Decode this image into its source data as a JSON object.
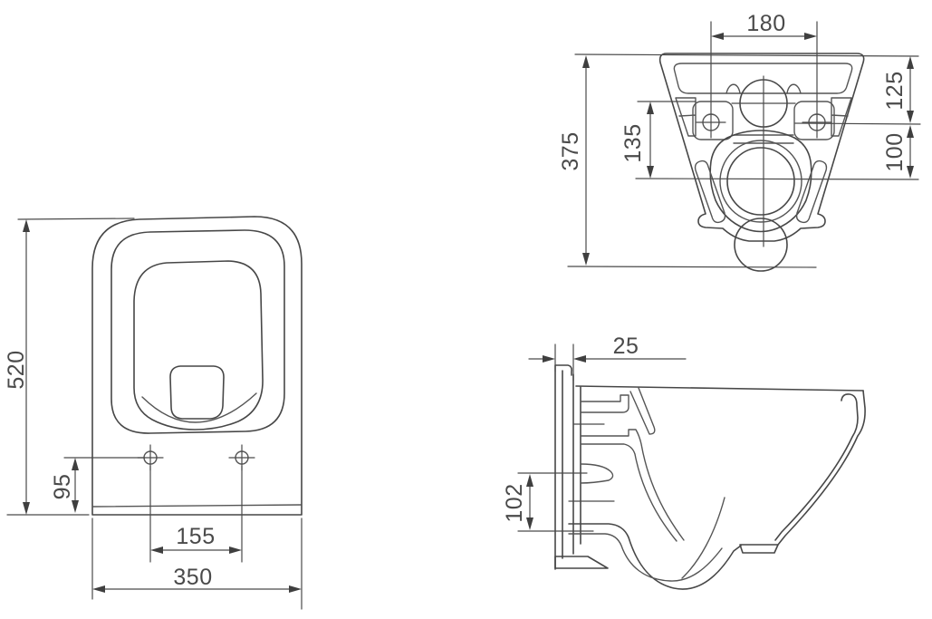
{
  "drawing": {
    "background_color": "#ffffff",
    "line_color": "#474747",
    "views": {
      "top_view": {
        "dim_overall_depth": "520",
        "dim_holes_to_rear": "95",
        "dim_hole_spacing": "155",
        "dim_overall_width": "350"
      },
      "rear_view": {
        "dim_hole_spacing": "180",
        "dim_overall_height": "375",
        "dim_inlet_to_outlet": "135",
        "dim_top_to_holes": "125",
        "dim_holes_to_outlet": "100"
      },
      "side_view": {
        "dim_mounting_plate_offset": "25",
        "dim_bracket_height": "102"
      }
    }
  }
}
